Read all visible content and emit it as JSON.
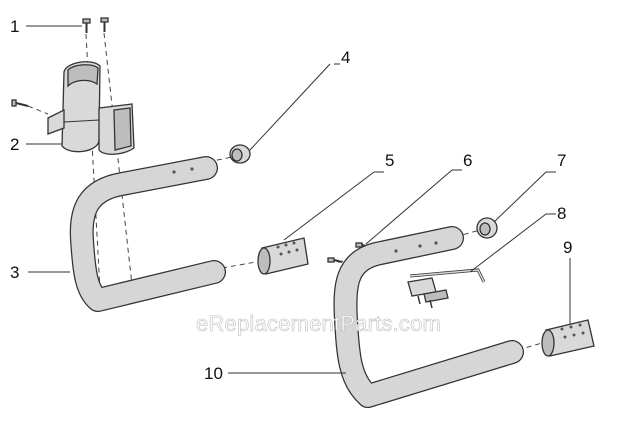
{
  "callouts": {
    "c1": "1",
    "c2": "2",
    "c3": "3",
    "c4": "4",
    "c5": "5",
    "c6": "6",
    "c7": "7",
    "c8": "8",
    "c9": "9",
    "c10": "10"
  },
  "watermark": "eReplacementParts.com"
}
